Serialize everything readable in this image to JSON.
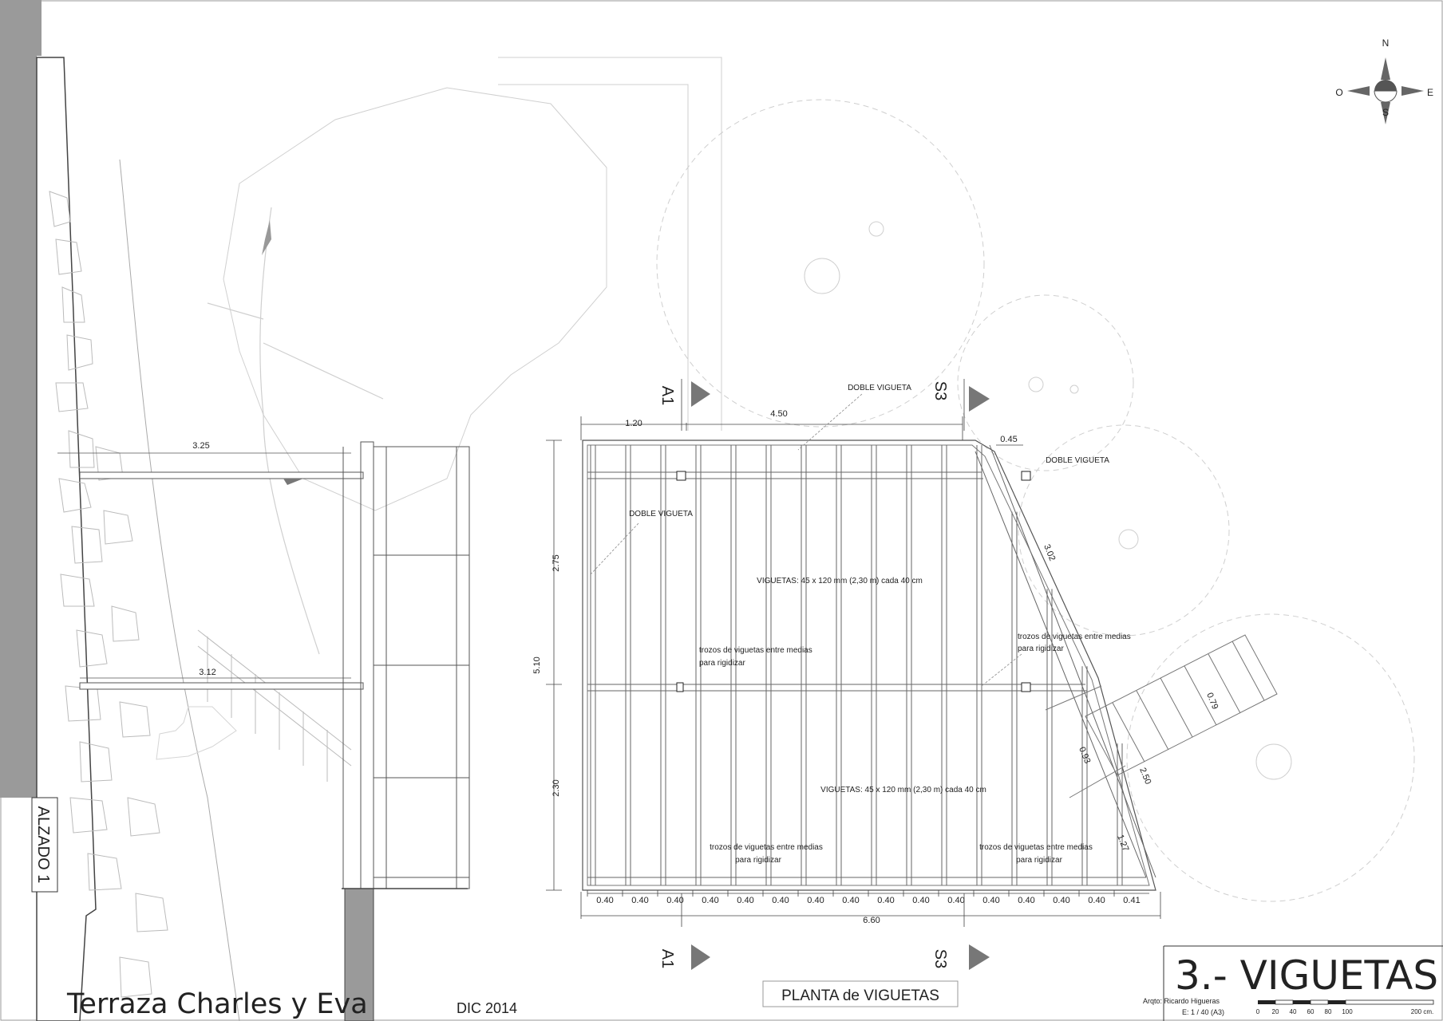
{
  "title_block": {
    "project": "Terraza Charles y Eva",
    "date": "DIC 2014",
    "plan_label": "PLANTA de VIGUETAS",
    "sheet_title": "3.- VIGUETAS",
    "architect": "Arqto: Ricardo Higueras",
    "scale": "E: 1 / 40 (A3)",
    "scale_bar": [
      "0",
      "20",
      "40",
      "60",
      "80",
      "100",
      "200 cm."
    ]
  },
  "compass": {
    "n": "N",
    "s": "S",
    "e": "E",
    "w": "O"
  },
  "elevation": {
    "label": "ALZADO 1",
    "dim_top": "3.25",
    "dim_mid": "3.12"
  },
  "plan": {
    "section_marks": [
      "A1",
      "S3",
      "A1",
      "S3"
    ],
    "dims": {
      "overall_top": "4.50",
      "left_top": "1.20",
      "right_top": "0.45",
      "overall_left": "5.10",
      "left_upper": "2.75",
      "left_lower": "2.30",
      "bottom_total": "6.60",
      "diag_long": "3.02",
      "stair_width": "0.79",
      "diag_a": "0.93",
      "diag_b": "2.50",
      "diag_c": "1.27"
    },
    "bottom_spacing": [
      "0.40",
      "0.40",
      "0.40",
      "0.40",
      "0.40",
      "0.40",
      "0.40",
      "0.40",
      "0.40",
      "0.40",
      "0.40",
      "0.40",
      "0.40",
      "0.40",
      "0.40",
      "0.41"
    ],
    "notes": {
      "doble_1": "DOBLE VIGUETA",
      "doble_2": "DOBLE VIGUETA",
      "doble_3": "DOBLE VIGUETA",
      "vig_upper": "VIGUETAS: 45 x 120 mm (2,30 m) cada 40 cm",
      "vig_lower": "VIGUETAS: 45 x 120 mm (2,30 m) cada 40 cm",
      "trozos_1a": "trozos de viguetas entre medias",
      "trozos_1b": "para rigidizar",
      "trozos_2a": "trozos de viguetas entre medias",
      "trozos_2b": "para rigidizar",
      "trozos_3a": "trozos de viguetas entre medias",
      "trozos_3b": "para rigidizar",
      "trozos_4a": "trozos de viguetas entre medias",
      "trozos_4b": "para rigidizar"
    }
  }
}
